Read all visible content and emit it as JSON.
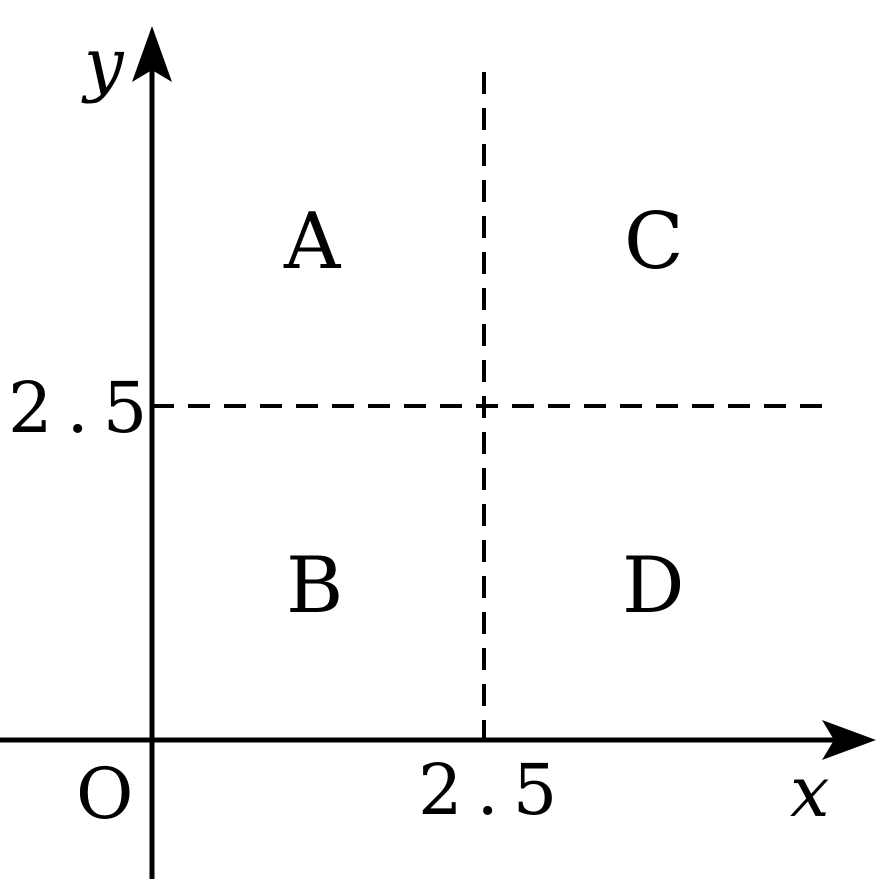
{
  "axes": {
    "x_label": "x",
    "y_label": "y",
    "origin_label": "O"
  },
  "ticks": {
    "x_tick": "2.5",
    "y_tick": "2.5"
  },
  "regions": {
    "top_left": "A",
    "bottom_left": "B",
    "top_right": "C",
    "bottom_right": "D"
  }
}
